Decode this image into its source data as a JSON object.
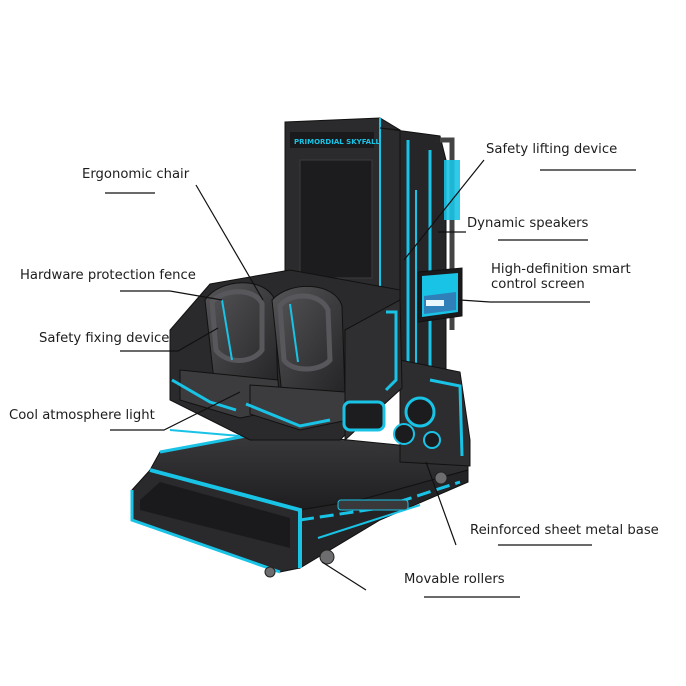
{
  "labels": {
    "ergonomic_chair": "Ergonomic chair",
    "hardware_protection_fence": "Hardware protection fence",
    "safety_fixing_device": "Safety fixing device",
    "cool_atmosphere_light": "Cool atmosphere light",
    "safety_lifting_device": "Safety lifting device",
    "dynamic_speakers": "Dynamic speakers",
    "hd_smart_control_screen": {
      "line1": "High-definition smart",
      "line2": "control screen"
    },
    "reinforced_base": "Reinforced sheet metal base",
    "movable_rollers": "Movable rollers"
  },
  "machine": {
    "backboard_text": "PRIMORDIAL SKYFALL"
  },
  "colors": {
    "accent": "#19c3e6",
    "body": "#2b2b2d",
    "body_dark": "#1a1a1c",
    "leader": "#111111"
  }
}
